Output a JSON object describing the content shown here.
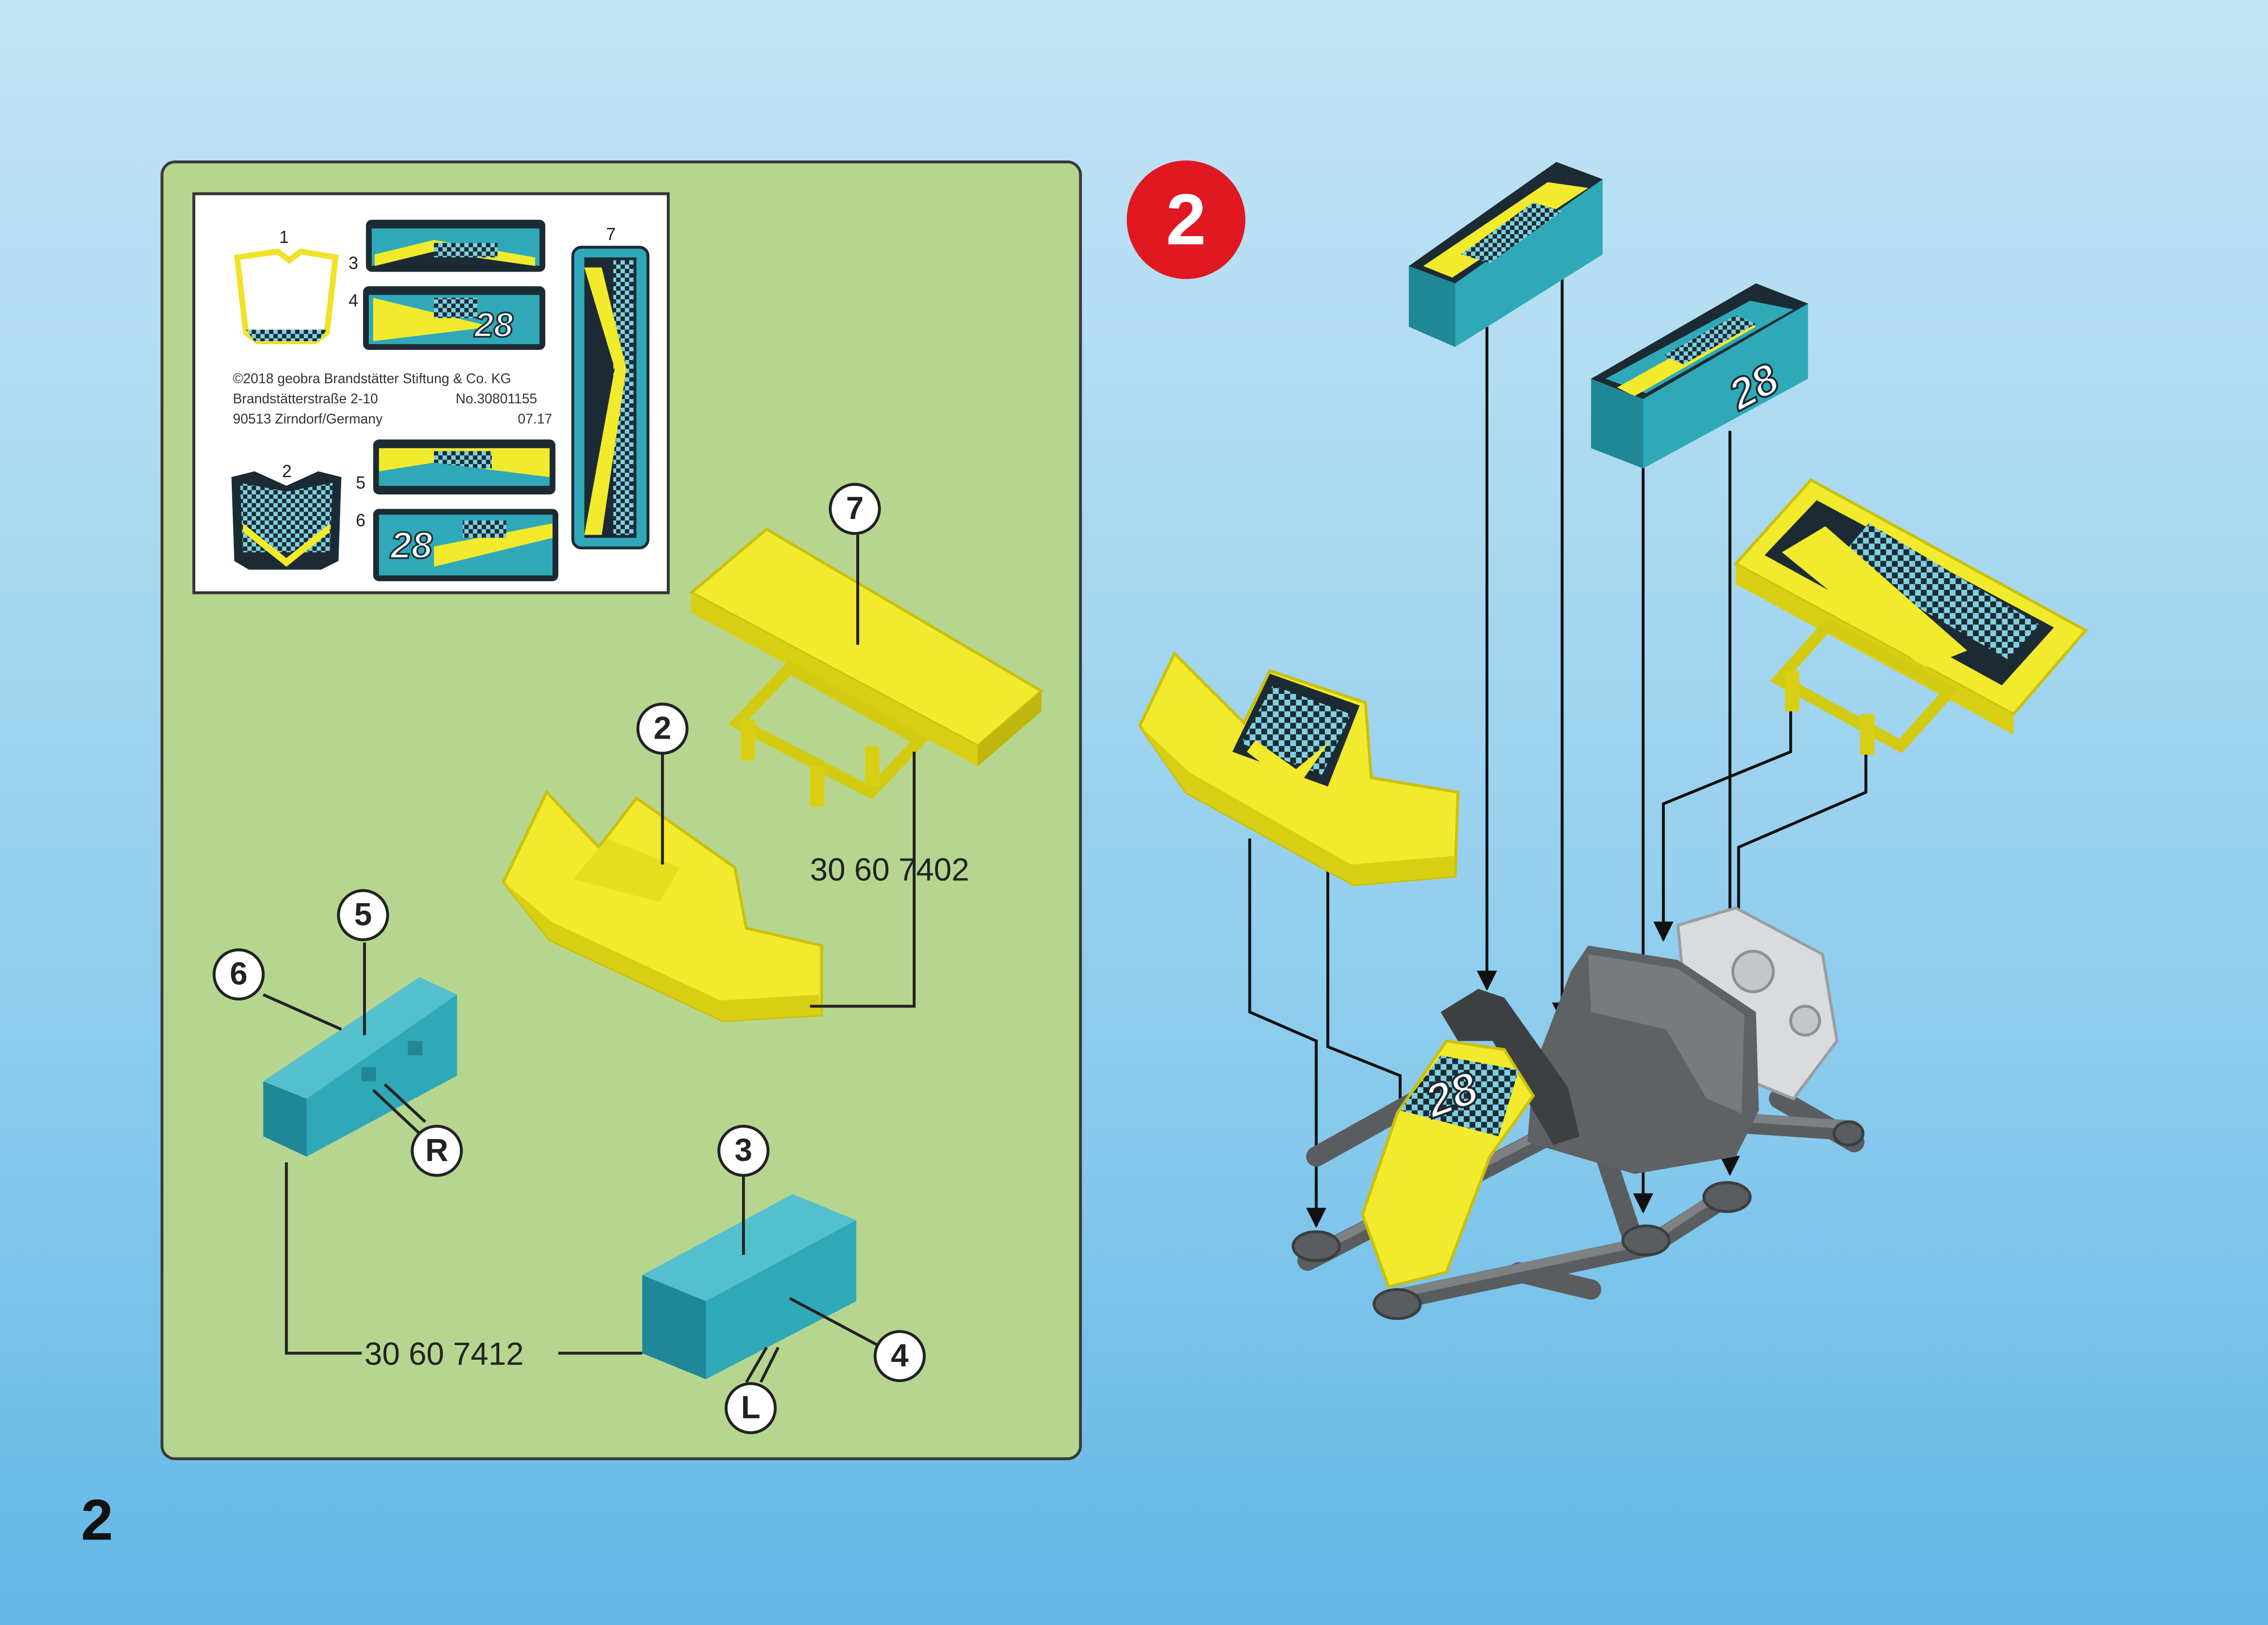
{
  "page_number": "2",
  "step_number": "2",
  "sticker_sheet": {
    "numbers": [
      "1",
      "2",
      "3",
      "4",
      "5",
      "6",
      "7"
    ],
    "sticker_text": "28",
    "copyright_line1": "©2018 geobra Brandstätter Stiftung & Co. KG",
    "copyright_line2_left": "Brandstätterstraße 2-10",
    "copyright_line2_right": "No.30801155",
    "copyright_line3_left": "90513 Zirndorf/Germany",
    "copyright_line3_right": "07.17"
  },
  "callouts": {
    "wing": "7",
    "nose": "2",
    "side_part_a": "5",
    "side_part_b": "6",
    "side_right_marker": "R",
    "side_part_c": "3",
    "side_part_d": "4",
    "side_left_marker": "L"
  },
  "part_codes": {
    "yellow_set": "30 60 7402",
    "blue_set": "30 60 7412"
  },
  "colors": {
    "panel": "#b6d68f",
    "yellow_part": "#f2ea2c",
    "blue_part": "#2fa9b8",
    "frame_gray": "#5f6264",
    "badge_red": "#e01822"
  }
}
